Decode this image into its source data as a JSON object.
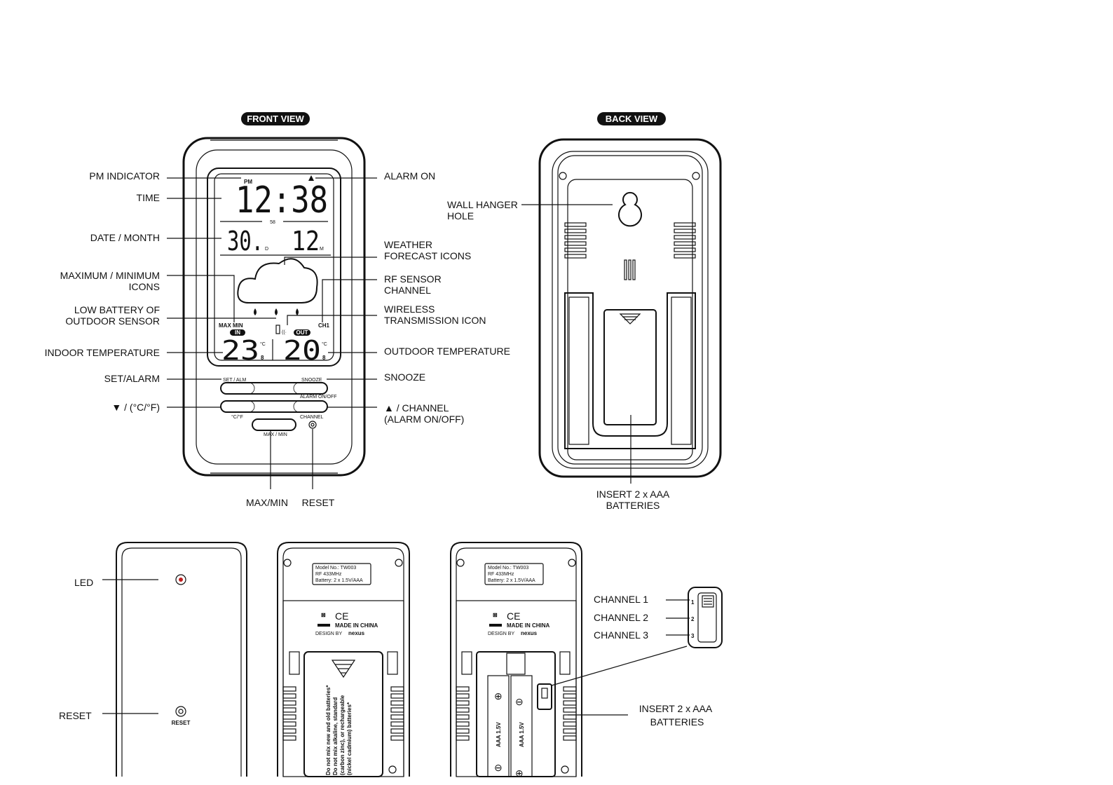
{
  "views": {
    "front_title": "FRONT VIEW",
    "back_title": "BACK VIEW"
  },
  "front_labels_left": {
    "pm_indicator": "PM INDICATOR",
    "time": "TIME",
    "date_month": "DATE / MONTH",
    "maxmin_1": "MAXIMUM / MINIMUM",
    "maxmin_2": "ICONS",
    "lowbat_1": "LOW BATTERY OF",
    "lowbat_2": "OUTDOOR SENSOR",
    "indoor_temp": "INDOOR TEMPERATURE",
    "set_alarm": "SET/ALARM",
    "down_unit": "▼ / (°C/°F)"
  },
  "front_labels_right": {
    "alarm_on": "ALARM ON",
    "weather_1": "WEATHER",
    "weather_2": "FORECAST ICONS",
    "rf_1": "RF SENSOR",
    "rf_2": "CHANNEL",
    "wireless_1": "WIRELESS",
    "wireless_2": "TRANSMISSION ICON",
    "outdoor_temp": "OUTDOOR TEMPERATURE",
    "snooze": "SNOOZE",
    "up_channel_1": "▲ / CHANNEL",
    "up_channel_2": "(ALARM ON/OFF)"
  },
  "front_labels_bottom": {
    "maxmin": "MAX/MIN",
    "reset": "RESET"
  },
  "lcd": {
    "pm": "PM",
    "time": "12:38",
    "seconds": "58",
    "date": "30.",
    "month": "12",
    "date_suffix": "D",
    "month_suffix": "M",
    "max_min": "MAX MIN",
    "in_badge": "IN",
    "out_badge": "OUT",
    "ch": "CH1",
    "indoor": "23",
    "indoor_dec": "8",
    "outdoor": "20",
    "outdoor_dec": "8",
    "unit": "°C",
    "btn_set": "SET / ALM",
    "btn_snooze": "SNOOZE",
    "btn_down": "°C/°F",
    "btn_up": "CHANNEL",
    "btn_up_top": "ALARM ON/OFF",
    "btn_maxmin": "MAX / MIN"
  },
  "back_labels": {
    "wall_1": "WALL HANGER",
    "wall_2": "HOLE",
    "insert_1": "INSERT 2 x AAA",
    "insert_2": "BATTERIES"
  },
  "sensor_labels": {
    "led": "LED",
    "reset": "RESET",
    "reset_small": "RESET",
    "channel_1": "CHANNEL 1",
    "channel_2": "CHANNEL 2",
    "channel_3": "CHANNEL 3",
    "insert_1": "INSERT 2 x AAA",
    "insert_2": "BATTERIES",
    "sw_1": "1",
    "sw_2": "2",
    "sw_3": "3"
  },
  "sensor_plate": {
    "model": "Model No.: TW003",
    "rf": "RF 433MHz",
    "battery": "Battery: 2 x 1.5V/AAA",
    "ce": "CE",
    "made_in": "MADE IN CHINA",
    "design_by": "DESIGN BY",
    "brand": "nexus",
    "warning_1": "Do not mix new and old batteries*",
    "warning_2": "Do not mix alkaline, standard",
    "warning_3": "(carbon zinc), or rechargeable",
    "warning_4": "(nickel cadmium) batteries*",
    "batt_label": "AAA 1.5V"
  }
}
